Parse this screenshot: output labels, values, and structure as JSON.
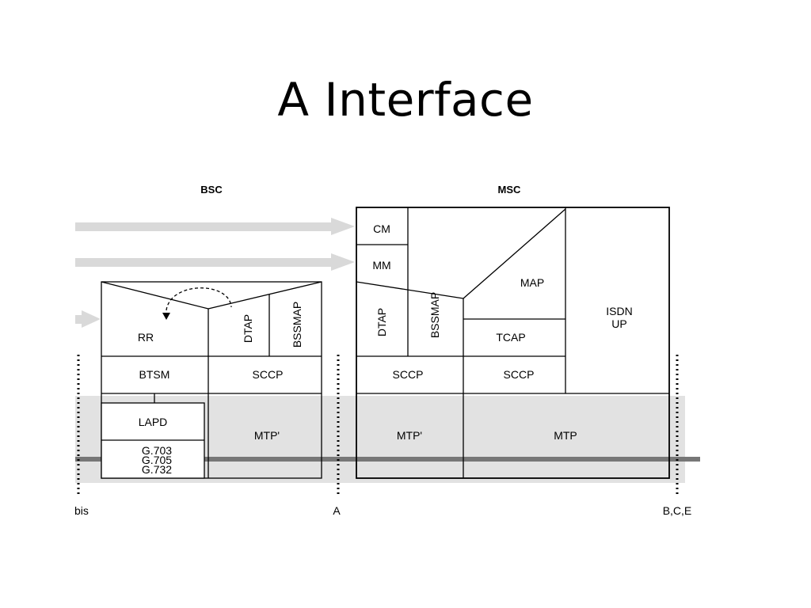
{
  "slide": {
    "title": "A Interface"
  },
  "diagram": {
    "headers": {
      "bsc": "BSC",
      "msc": "MSC"
    },
    "bsc": {
      "rr": "RR",
      "dtap": "DTAP",
      "bssmap": "BSSMAP",
      "btsm": "BTSM",
      "sccp": "SCCP",
      "lapd": "LAPD",
      "g703": "G.703",
      "g705": "G.705",
      "g732": "G.732",
      "mtp": "MTP'"
    },
    "msc": {
      "cm": "CM",
      "mm": "MM",
      "map": "MAP",
      "isdn": "ISDN",
      "up": "UP",
      "dtap": "DTAP",
      "bssmap": "BSSMAP",
      "tcap": "TCAP",
      "sccp_left": "SCCP",
      "sccp_right": "SCCP",
      "mtp_left": "MTP'",
      "mtp_right": "MTP"
    },
    "interfaces": {
      "abis": "bis",
      "a": "A",
      "bce": "B,C,E"
    }
  },
  "colors": {
    "arrow": "#d9d9d9",
    "band": "#e2e2e2",
    "bus": "#777777",
    "line": "#000000"
  }
}
